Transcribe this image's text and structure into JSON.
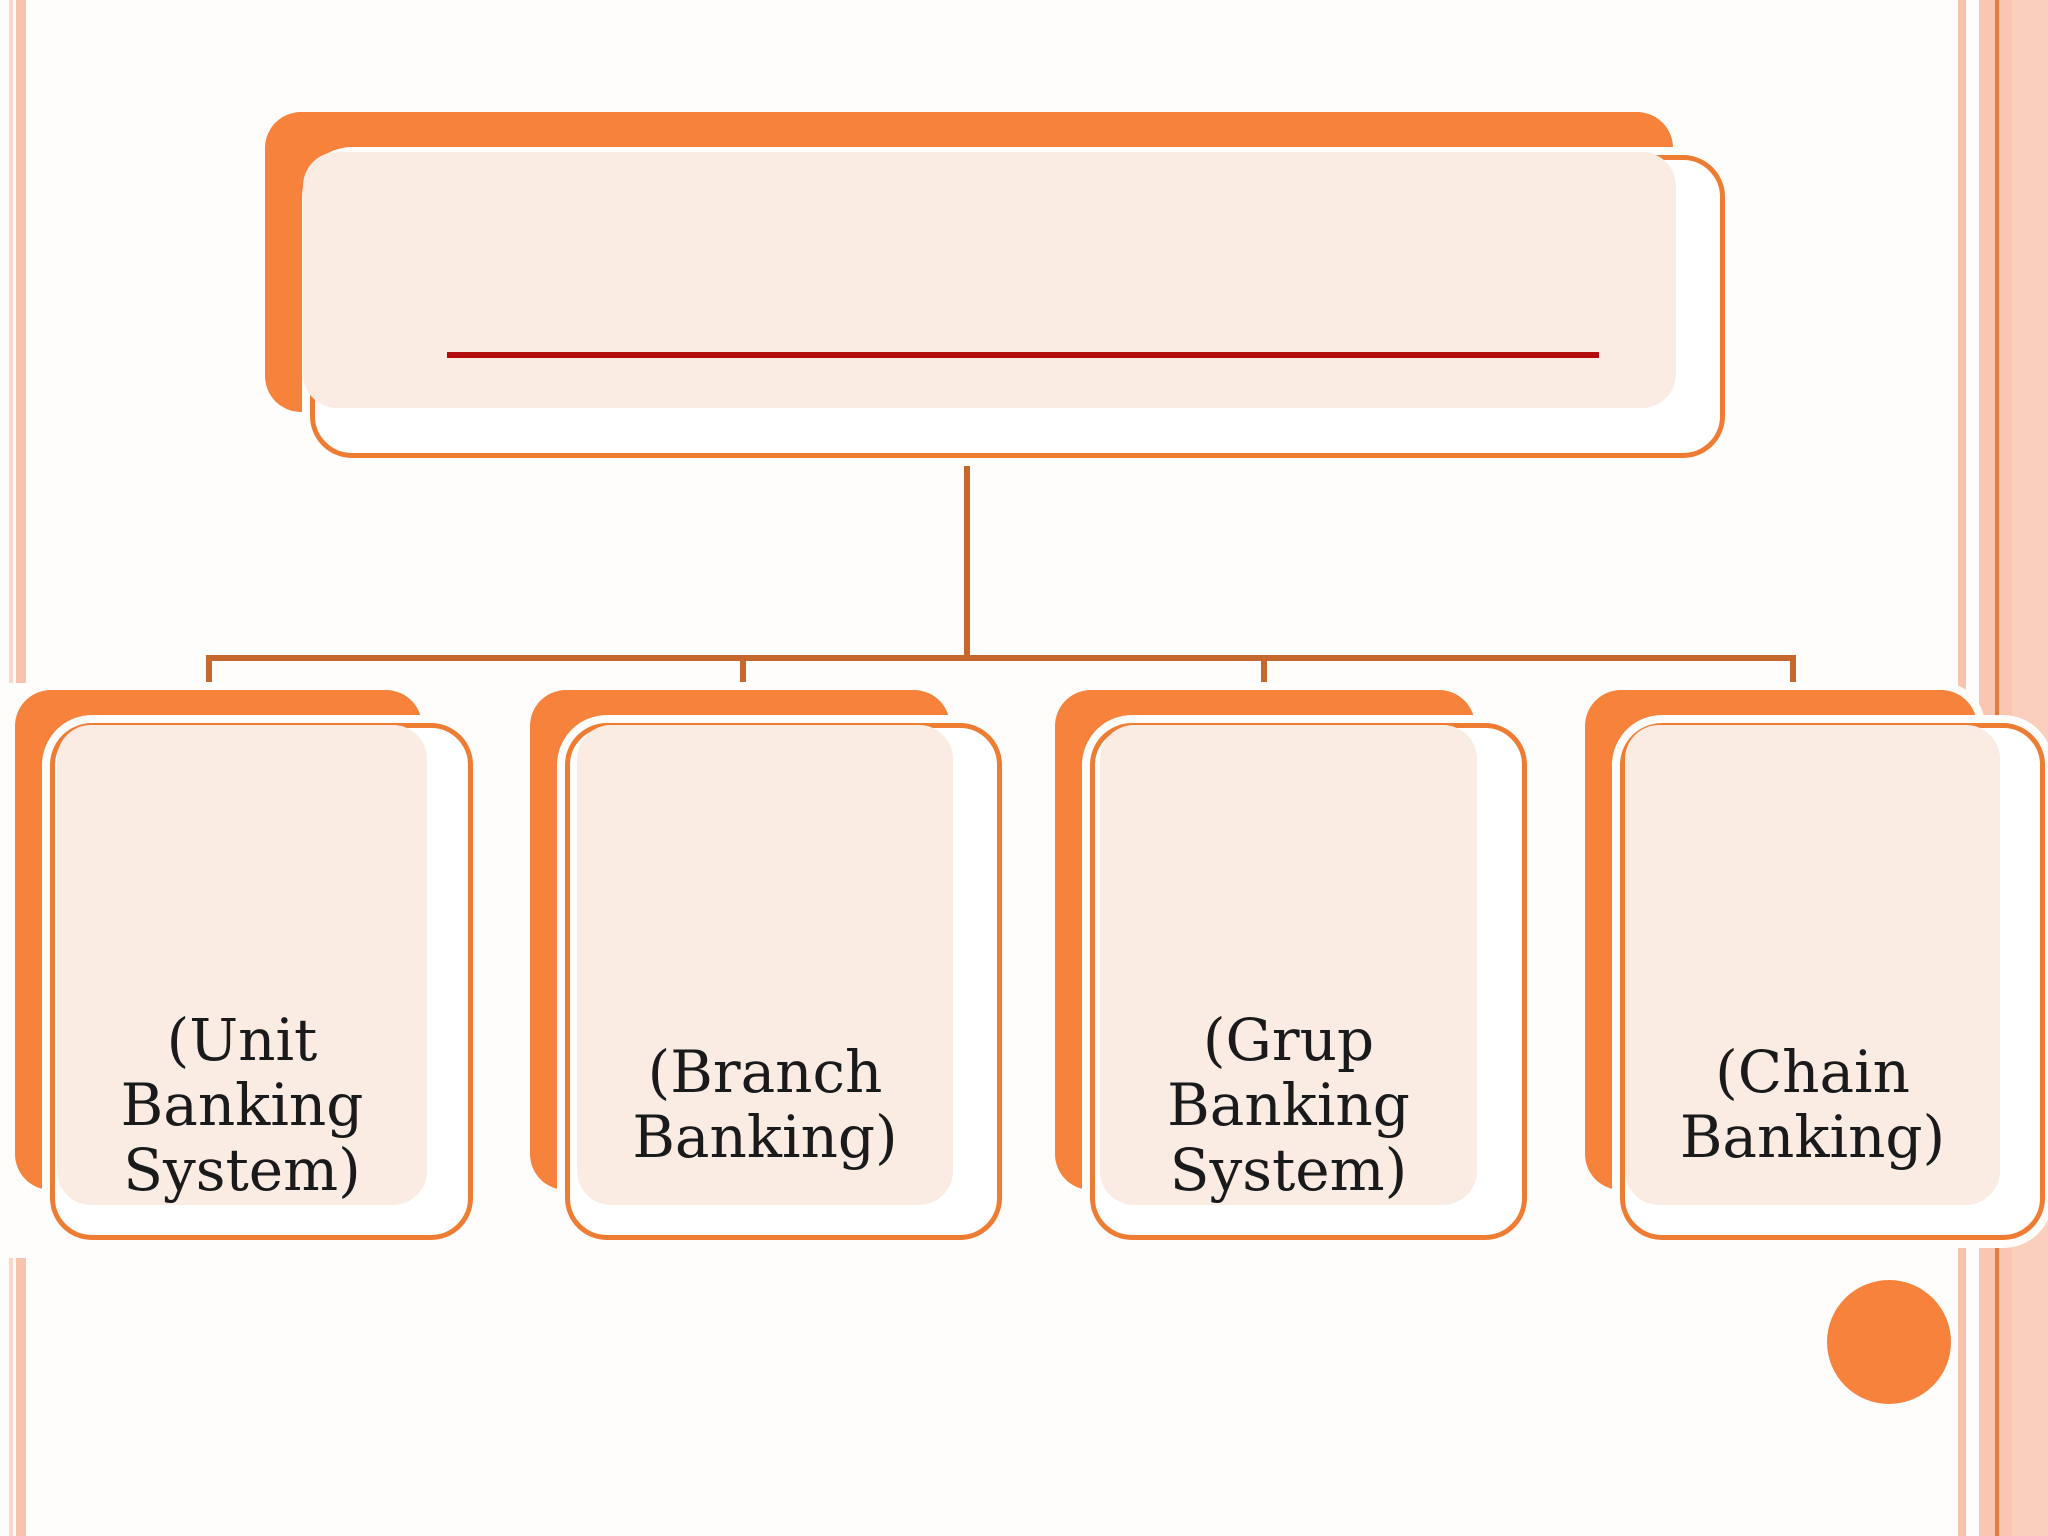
{
  "slide": {
    "kind": "hierarchy-diagram",
    "root": {
      "label": "",
      "has_underline": true
    },
    "children": [
      {
        "id": "unit-banking-system",
        "label": "(Unit Banking System)",
        "label_lines": [
          "(Unit",
          "Banking",
          "System)"
        ]
      },
      {
        "id": "branch-banking",
        "label": "(Branch Banking)",
        "label_lines": [
          "(Branch",
          "Banking)"
        ]
      },
      {
        "id": "grup-banking-system",
        "label": "(Grup Banking System)",
        "label_lines": [
          "(Grup",
          "Banking",
          "System)"
        ]
      },
      {
        "id": "chain-banking",
        "label": "(Chain Banking)",
        "label_lines": [
          "(Chain",
          "Banking)"
        ]
      }
    ],
    "colors": {
      "accent_orange": "#F6823C",
      "outline_orange": "#EE7D33",
      "connector_brown": "#C6672E",
      "panel_peach": "#FAECE3",
      "underline_red": "#B20E0E",
      "stripe_salmon": "#F8C3AE",
      "stripe_light": "#FAD7C8",
      "stripe_band": "#F9C6B1",
      "stripe_dark": "#E5793A",
      "text": "#1A1A1A"
    },
    "decorations": {
      "circle_bottom_right": true,
      "left_pinstripes": 2,
      "right_pinstripes": 4
    }
  }
}
